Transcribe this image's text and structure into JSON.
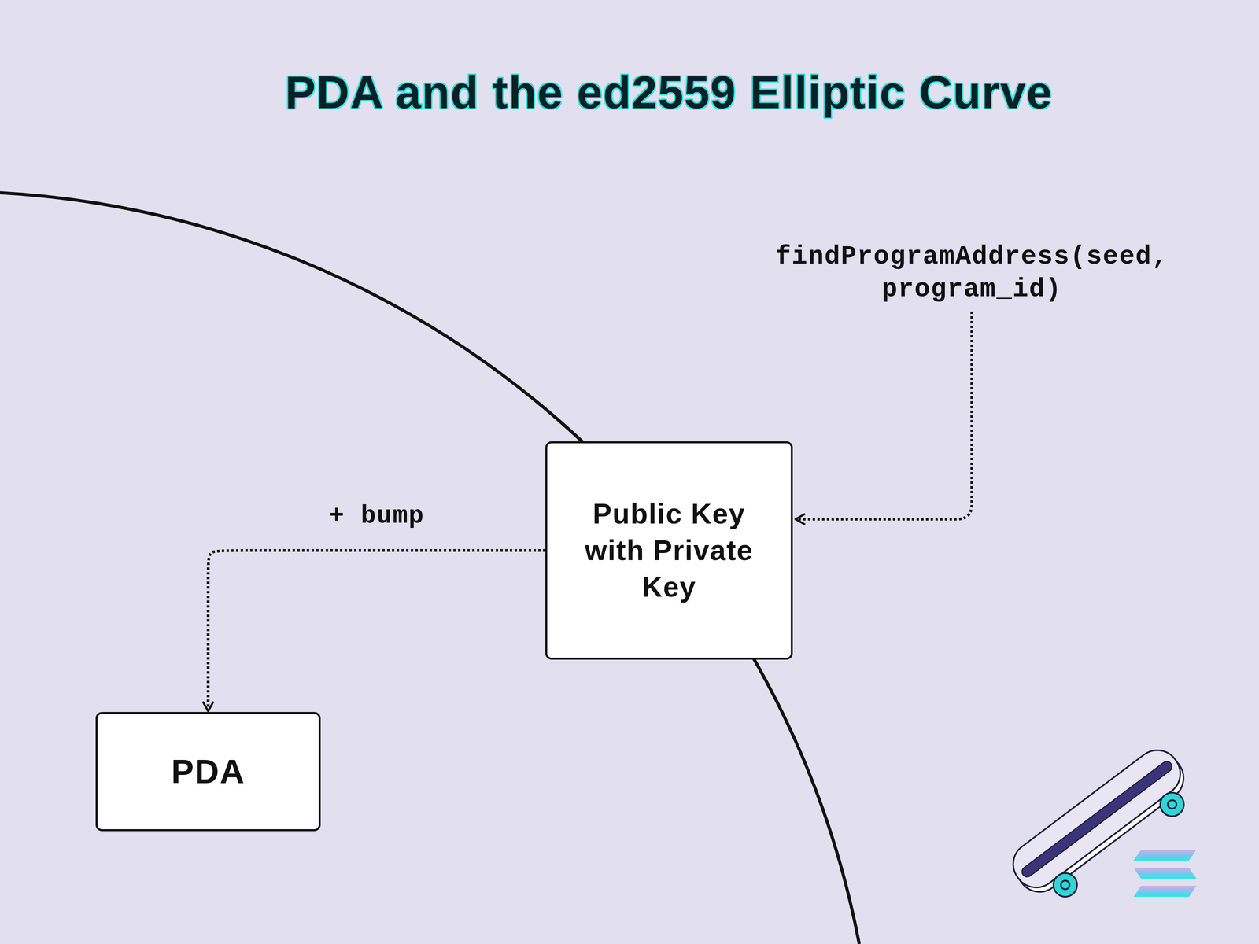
{
  "diagram": {
    "title": "PDA and the ed2559 Elliptic Curve",
    "nodes": [
      {
        "text": [
          "Public Key with Private Key"
        ]
      },
      {
        "text": [
          "PDA"
        ]
      }
    ],
    "edges": [
      {
        "from": 0,
        "to": 1,
        "label": "+ bump",
        "arrow": "to"
      }
    ],
    "labels": [
      "findProgramAddress(seed, program_id)"
    ]
  }
}
